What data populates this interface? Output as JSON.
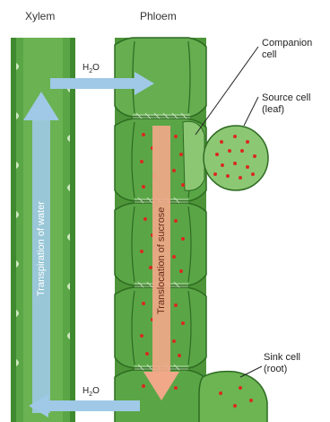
{
  "labels": {
    "xylem": "Xylem",
    "phloem": "Phloem",
    "companion_cell": [
      "Companion",
      "cell"
    ],
    "source_cell": [
      "Source cell",
      "(leaf)"
    ],
    "sink_cell": [
      "Sink cell",
      "(root)"
    ],
    "h2o_top": "H",
    "h2o_top_sub": "2",
    "h2o_top_tail": "O",
    "h2o_bottom": "H",
    "h2o_bottom_sub": "2",
    "h2o_bottom_tail": "O",
    "transpiration": "Transpiration of water",
    "translocation": "Translocation of sucrose"
  },
  "colors": {
    "xylem_fill": "#4f9a3a",
    "xylem_inner": "#6cb552",
    "phloem_fill": "#5fa74a",
    "phloem_light": "#8cc774",
    "cell_outline": "#2e6b22",
    "water_arrow": "#9fc9e6",
    "sucrose_arrow": "#f0a889",
    "sucrose_dot": "#d92a1e"
  }
}
